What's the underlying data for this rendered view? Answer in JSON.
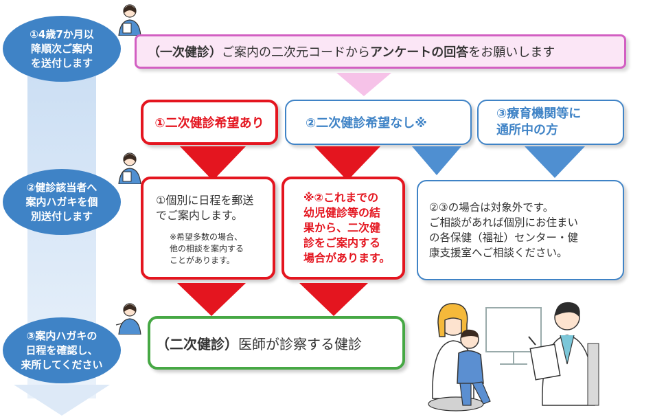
{
  "steps": [
    {
      "text": "①4歳7か月以\n降順次ご案内\nを送付します"
    },
    {
      "text": "②健診該当者へ\n案内ハガキを個\n別送付します"
    },
    {
      "text": "③案内ハガキの\n日程を確認し、\n来所してください"
    }
  ],
  "top": {
    "part1": "（一次健診）",
    "part2": "ご案内の二次元コードから",
    "part3": "アンケートの回答",
    "part4": "をお願いします"
  },
  "options": {
    "opt1": "①二次健診希望あり",
    "opt2": "②二次健診希望なし※",
    "opt3": "③療育機関等に\n通所中の方"
  },
  "details": {
    "d1_main": "①個別に日程を郵送\nでご案内します。",
    "d1_note": "※希望多数の場合、\n他の相談を案内する\nことがあります。",
    "d2": "※②これまでの\n幼児健診等の結\n果から、二次健\n診をご案内する\n場合があります。",
    "d3": "②③の場合は対象外です。\nご相談があれば個別にお住まい\nの各保健（福祉）センター・健\n康支援室へご相談ください。"
  },
  "final": {
    "part1": "（二次健診）",
    "part2": "医師が診察する健診"
  },
  "colors": {
    "blue": "#3f83c6",
    "red": "#e4151f",
    "green": "#46a844",
    "pink": "#d25fc2"
  }
}
